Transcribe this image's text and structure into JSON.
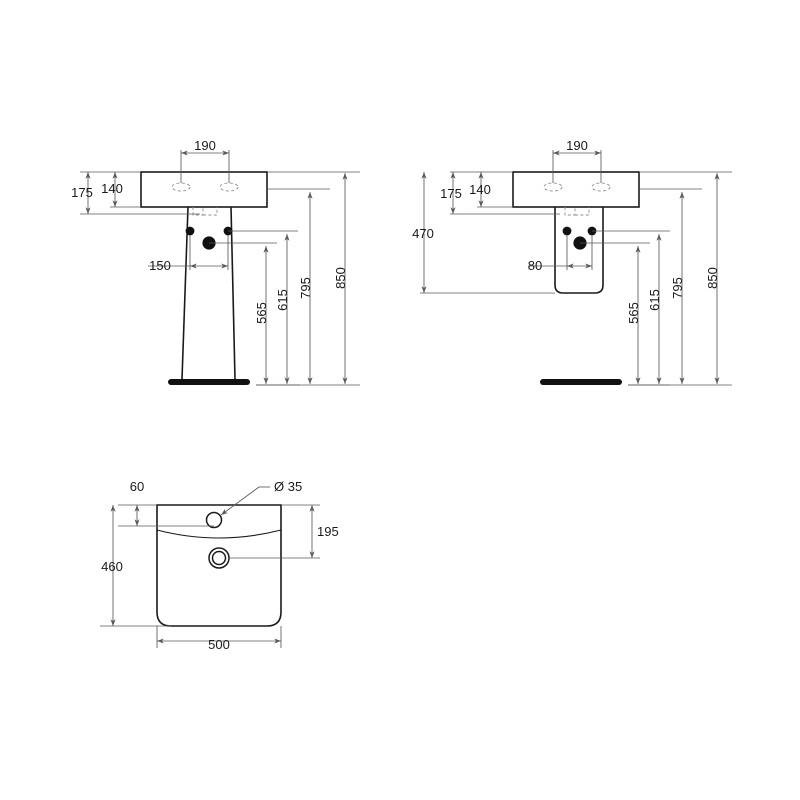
{
  "document": {
    "type": "technical-drawing",
    "subject": "Washbasin / pedestal basin dimensional drawing",
    "background_color": "#ffffff",
    "line_color": "#1a1a1a",
    "dimension_color": "#555a5e",
    "units": "mm"
  },
  "views": {
    "front_pedestal": {
      "name": "Front elevation with full pedestal",
      "dimensions": {
        "tap_hole_spacing": "190",
        "basin_depth_front": "175",
        "basin_depth_rear": "140",
        "waste_offset": "150",
        "height_trap": "565",
        "height_water_supply_low": "615",
        "height_water_supply_high": "795",
        "height_total": "850"
      }
    },
    "front_semipedestal": {
      "name": "Front elevation with semi-pedestal",
      "dimensions": {
        "tap_hole_spacing": "190",
        "basin_depth_front": "175",
        "basin_depth_rear": "140",
        "semipedestal_lower_edge": "470",
        "waste_offset": "80",
        "height_trap": "565",
        "height_water_supply_low": "615",
        "height_water_supply_high": "795",
        "height_total": "850"
      }
    },
    "plan": {
      "name": "Plan view from above",
      "dimensions": {
        "tap_hole_from_rear": "60",
        "tap_hole_diameter": "Ø 35",
        "waste_from_rear": "195",
        "depth": "460",
        "width": "500"
      }
    }
  },
  "labels": {
    "d190_left": "190",
    "d175_left": "175",
    "d140_left": "140",
    "d150_left": "150",
    "d565_left": "565",
    "d615_left": "615",
    "d795_left": "795",
    "d850_left": "850",
    "d190_right": "190",
    "d175_right": "175",
    "d140_right": "140",
    "d470_right": "470",
    "d80_right": "80",
    "d565_right": "565",
    "d615_right": "615",
    "d795_right": "795",
    "d850_right": "850",
    "d60_plan": "60",
    "ddia35_plan": "Ø 35",
    "d195_plan": "195",
    "d460_plan": "460",
    "d500_plan": "500"
  }
}
